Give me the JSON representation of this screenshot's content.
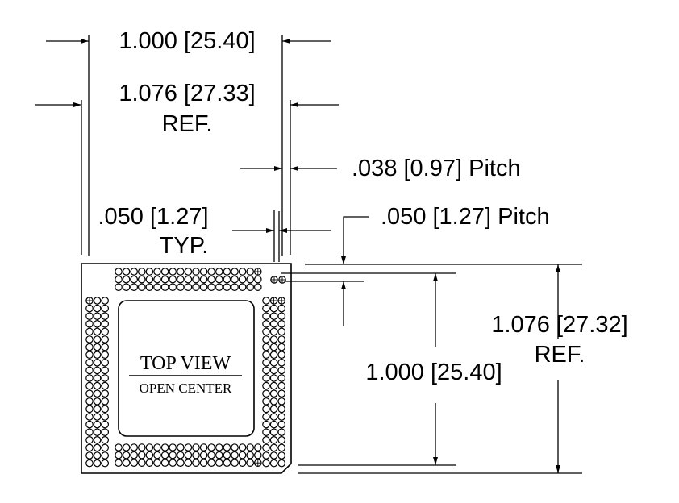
{
  "dimensions": {
    "top_width": "1.000 [25.40]",
    "top_width_ref_value": "1.076 [27.33]",
    "top_width_ref_suffix": "REF.",
    "inner_pitch": ".038 [0.97] Pitch",
    "typ_value": ".050 [1.27]",
    "typ_suffix": "TYP.",
    "row_pitch": ".050 [1.27] Pitch",
    "height_ref_value": "1.076 [27.32]",
    "height_ref_suffix": "REF.",
    "height": "1.000 [25.40]"
  },
  "package": {
    "title": "TOP VIEW",
    "subtitle": "OPEN CENTER"
  },
  "colors": {
    "ink": "#000000",
    "paper": "#ffffff"
  }
}
